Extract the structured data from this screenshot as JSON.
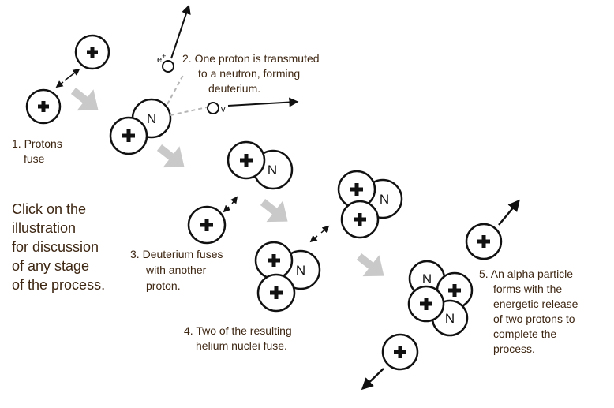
{
  "labels": {
    "step1": [
      "1. Protons",
      "fuse"
    ],
    "step2": [
      "2. One proton is transmuted",
      "to a neutron, forming",
      "deuterium."
    ],
    "step3": [
      "3. Deuterium fuses",
      "with another",
      "proton."
    ],
    "step4": [
      "4. Two of the resulting",
      "helium nuclei fuse."
    ],
    "step5": [
      "5. An alpha particle",
      "forms with the",
      "energetic release",
      "of two protons to",
      "complete the",
      "process."
    ],
    "instruction": [
      "Click on the",
      "illustration",
      "for discussion",
      "of any stage",
      "of the process."
    ]
  },
  "symbols": {
    "neutron": "N",
    "positron": "e",
    "positron_sign": "+",
    "neutrino": "v"
  },
  "icons": {
    "proton": "plus-icon",
    "stage_arrow": "gray-arrow-icon"
  },
  "colors": {
    "text": "#3d2612",
    "stage_arrow": "#c9c9c9",
    "particle_outline": "#111111",
    "particle_fill": "#ffffff",
    "decay_path": "#b5b5b5"
  }
}
